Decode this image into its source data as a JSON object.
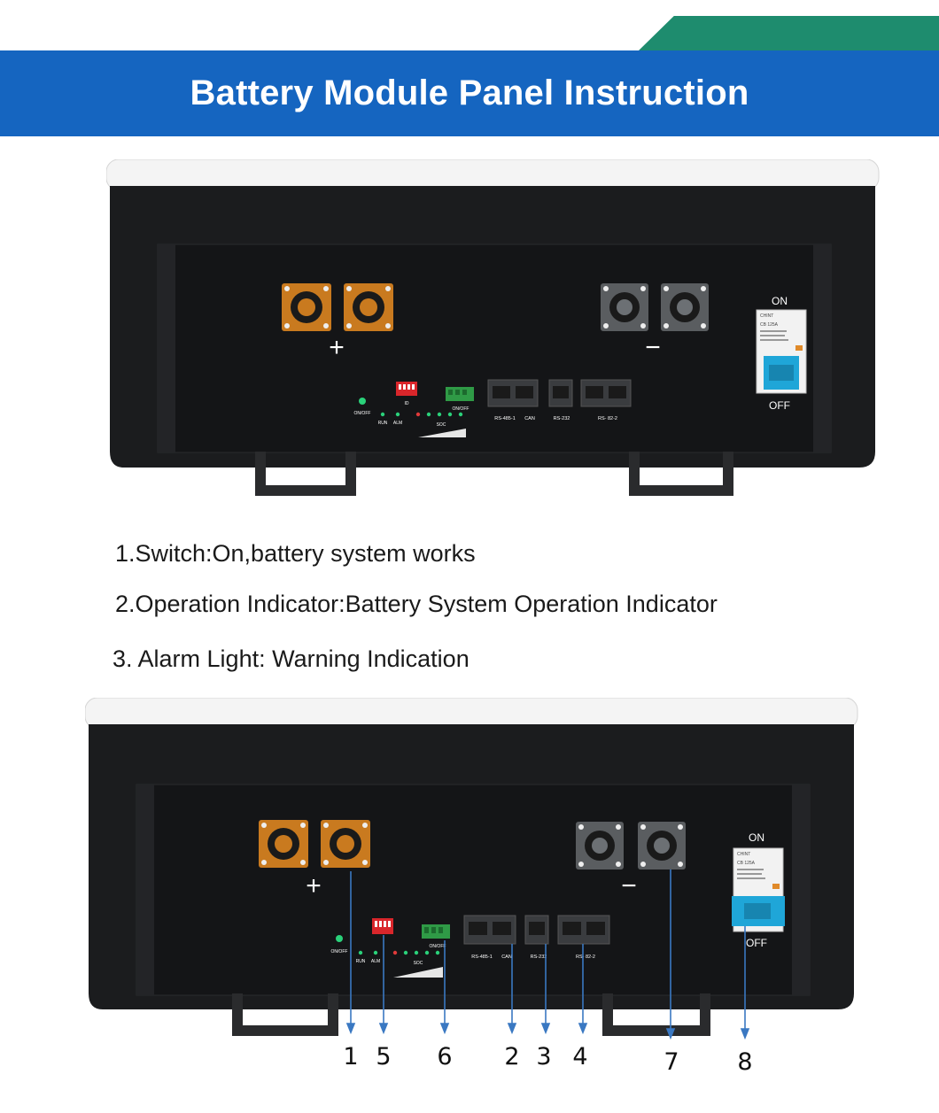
{
  "header": {
    "title": "Battery Module Panel Instruction"
  },
  "colors": {
    "header_blue": "#1565c0",
    "accent_green": "#1e8c6e",
    "panel_black": "#1b1c1e",
    "positive_terminal": "#c97a1f",
    "negative_terminal": "#5a5d60",
    "breaker_blue": "#1fa6d8",
    "dip_switch_red": "#d9262b",
    "terminal_block_green": "#2f9a46",
    "callout_line": "#3a78c2"
  },
  "panel": {
    "positive_symbol": "+",
    "negative_symbol": "−",
    "onoff_label": "ON/OFF",
    "run_label": "RUN",
    "alm_label": "ALM",
    "id_label": "ID",
    "soc_label": "SOC",
    "dry_contact_label": "ON/OFF",
    "port_labels": [
      "RS-485-1",
      "CAN",
      "RS-232",
      "RS- 82-2"
    ],
    "breaker_on": "ON",
    "breaker_off": "OFF",
    "breaker_brand": "CHINT",
    "breaker_model": "CB 125A"
  },
  "notes": [
    "1.Switch:On,battery system works",
    "2.Operation Indicator:Battery System Operation Indicator",
    "3. Alarm Light: Warning Indication"
  ],
  "callouts": [
    "1",
    "5",
    "6",
    "2",
    "3",
    "4",
    "7",
    "8"
  ],
  "icons": {
    "positive_terminal": "high-current-connector-icon",
    "negative_terminal": "high-current-connector-icon",
    "breaker": "circuit-breaker-icon",
    "port": "rj45-port-icon"
  }
}
